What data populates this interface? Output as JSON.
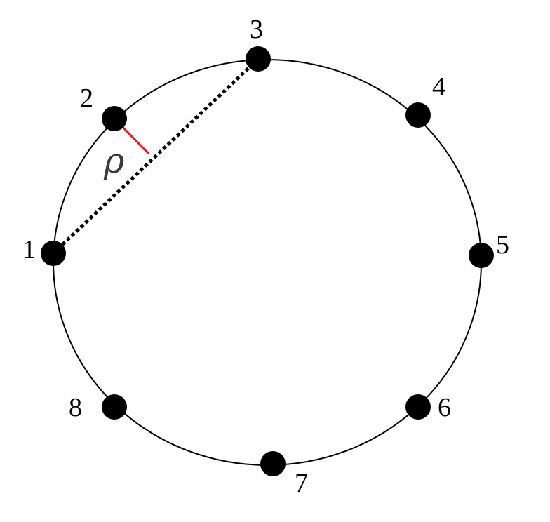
{
  "diagram": {
    "nodes": [
      {
        "label": "1"
      },
      {
        "label": "2"
      },
      {
        "label": "3"
      },
      {
        "label": "4"
      },
      {
        "label": "5"
      },
      {
        "label": "6"
      },
      {
        "label": "7"
      },
      {
        "label": "8"
      }
    ],
    "chord": {
      "from": "1",
      "to": "3",
      "style": "dotted"
    },
    "distance_marker": {
      "from": "2",
      "label": "ρ",
      "color": "#e8161b"
    },
    "colors": {
      "circle": "#000000",
      "node": "#000000",
      "chord": "#000000"
    }
  }
}
